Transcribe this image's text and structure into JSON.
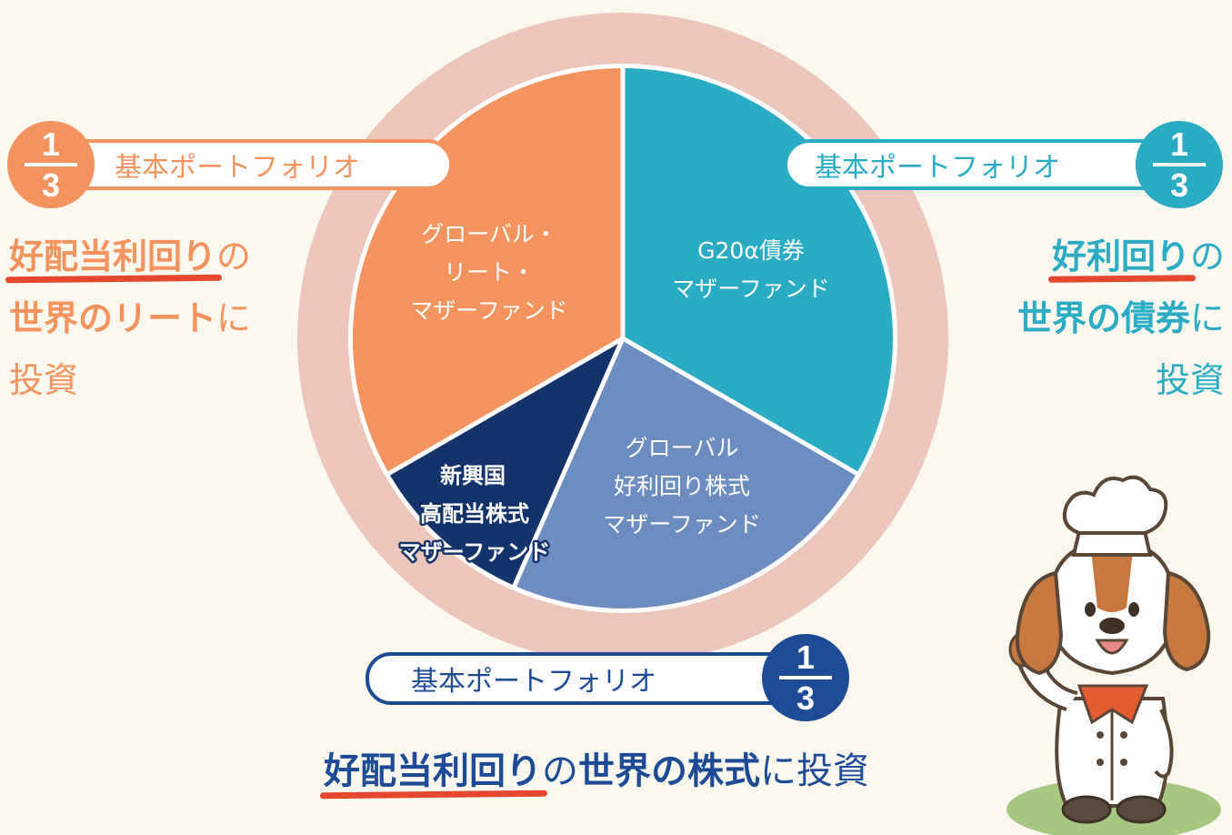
{
  "colors": {
    "background": "#faf8ef",
    "ring": "#ecc6ba",
    "reit": "#f4935d",
    "bond": "#2bacc5",
    "global_equity": "#6d8cc0",
    "em_equity": "#14336a",
    "equity_text": "#1e4b95",
    "underline": "#e5482e"
  },
  "segments": {
    "reit": [
      "グローバル・",
      "リート・",
      "マザーファンド"
    ],
    "bond": [
      "G20α債券",
      "マザーファンド"
    ],
    "global_equity": [
      "グローバル",
      "好利回り株式",
      "マザーファンド"
    ],
    "em_equity": [
      "新興国",
      "高配当株式",
      "マザーファンド"
    ]
  },
  "fraction": {
    "numerator": "1",
    "denominator": "3"
  },
  "badges": {
    "left": "基本ポートフォリオ",
    "right": "基本ポートフォリオ",
    "bottom": "基本ポートフォリオ"
  },
  "descriptions": {
    "left": {
      "l1_em": "好配当利回り",
      "l1_tail": "の",
      "l2_em": "世界のリート",
      "l2_tail": "に",
      "l3": "投資"
    },
    "right": {
      "l1_em": "好利回り",
      "l1_tail": "の",
      "l2_em": "世界の債券",
      "l2_tail": "に",
      "l3": "投資"
    },
    "bottom": {
      "em1": "好配当利回り",
      "mid": "の",
      "em2": "世界の株式",
      "tail": "に投資"
    }
  },
  "mascot": {
    "icon": "chef-beagle-mascot"
  }
}
